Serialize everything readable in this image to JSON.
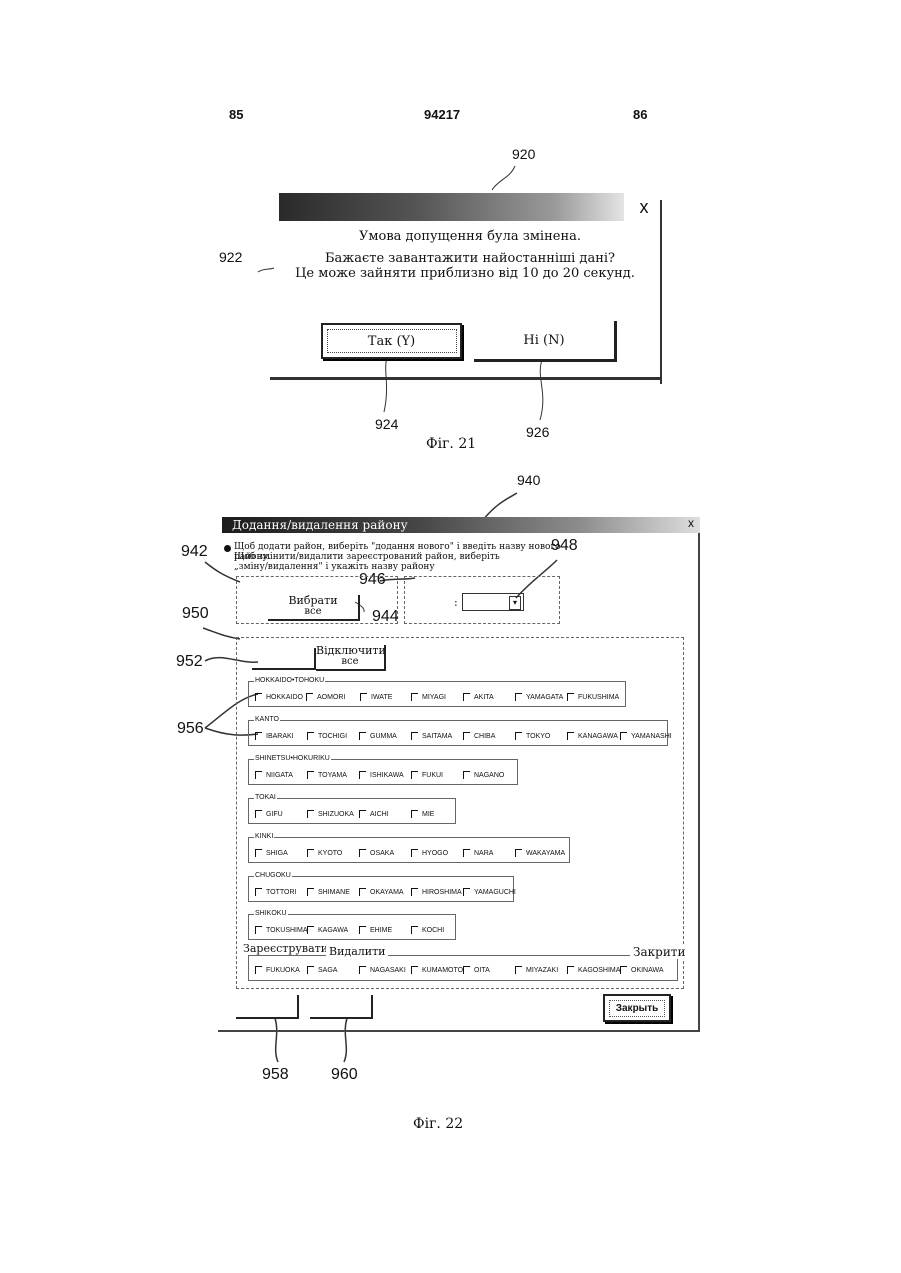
{
  "header": {
    "page_left": "85",
    "doc_number": "94217",
    "page_right": "86"
  },
  "fig21": {
    "ref_dialog": "920",
    "ref_text": "922",
    "ref_yes": "924",
    "ref_no": "926",
    "close_glyph": "x",
    "line1": "Умова допущення була змінена.",
    "line2": "Бажаєте завантажити найостанніші дані?",
    "line3": "Це може зайняти приблизно від 10 до 20 секунд.",
    "yes_label": "Так  (Y)",
    "no_label": "Ні  (N)",
    "caption": "Фіг. 21"
  },
  "fig22": {
    "ref_dialog": "940",
    "ref_note": "942",
    "ref_select_all": "944",
    "ref_box": "946",
    "ref_dropdown": "948",
    "ref_area": "950",
    "ref_deselect": "952",
    "ref_groups": "956",
    "ref_register": "958",
    "ref_delete": "960",
    "title": "Додання/видалення району",
    "close_glyph": "x",
    "note_line1": "Щоб додати район, виберіть  \"додання нового\" і введіть назву нового району.",
    "note_line2": "Щоб змінити/видалити зареєстрований район, виберіть",
    "note_line3": "„зміну/видалення\" і укажіть назву району",
    "select_all_label1": "Вибрати",
    "select_all_label2": "все",
    "dropdown_prefix": ":",
    "dropdown_arrow": "▾",
    "deselect_label1": "Відключити",
    "deselect_label2": "все",
    "groups": [
      {
        "name": "HOKKAIDO•TOHOKU",
        "items": [
          "HOKKAIDO",
          "AOMORI",
          "IWATE",
          "MIYAGI",
          "AKITA",
          "YAMAGATA",
          "FUKUSHIMA"
        ]
      },
      {
        "name": "KANTO",
        "items": [
          "IBARAKI",
          "TOCHIGI",
          "GUMMA",
          "SAITAMA",
          "CHIBA",
          "TOKYO",
          "KANAGAWA",
          "YAMANASHI"
        ]
      },
      {
        "name": "SHINETSU•HOKURIKU",
        "items": [
          "NIIGATA",
          "TOYAMA",
          "ISHIKAWA",
          "FUKUI",
          "NAGANO"
        ]
      },
      {
        "name": "TOKAI",
        "items": [
          "GIFU",
          "SHIZUOKA",
          "AICHI",
          "MIE"
        ]
      },
      {
        "name": "KINKI",
        "items": [
          "SHIGA",
          "KYOTO",
          "OSAKA",
          "HYOGO",
          "NARA",
          "WAKAYAMA"
        ]
      },
      {
        "name": "CHUGOKU",
        "items": [
          "TOTTORI",
          "SHIMANE",
          "OKAYAMA",
          "HIROSHIMA",
          "YAMAGUCHI"
        ]
      },
      {
        "name": "SHIKOKU",
        "items": [
          "TOKUSHIMA",
          "KAGAWA",
          "EHIME",
          "KOCHI"
        ]
      },
      {
        "name": "",
        "items": [
          "FUKUOKA",
          "SAGA",
          "NAGASAKI",
          "KUMAMOTO",
          "OITA",
          "MIYAZAKI",
          "KAGOSHIMA",
          "OKINAWA"
        ]
      }
    ],
    "register_label": "Зареєструвати",
    "delete_label": "Видалити",
    "close_label": "Закрити",
    "close_button": "Закрыть",
    "caption": "Фіг. 22"
  }
}
